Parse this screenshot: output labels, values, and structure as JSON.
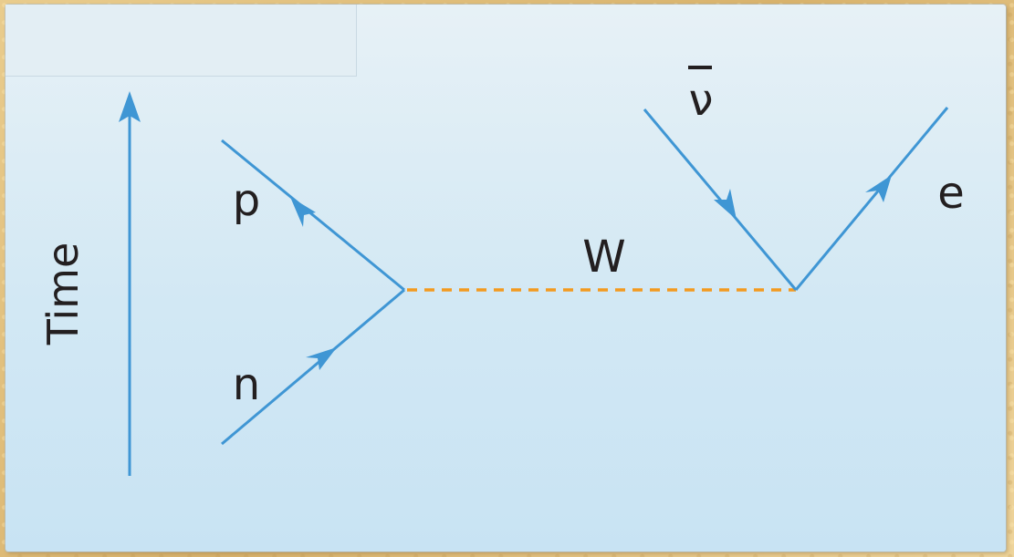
{
  "diagram": {
    "time_axis_label": "Time",
    "particles": {
      "proton": "p",
      "neutron": "n",
      "boson": "W",
      "antineutrino": "ν",
      "electron": "e"
    }
  },
  "colors": {
    "fermion_line": "#3f96d4",
    "boson_line": "#f39a1f",
    "label": "#231f20"
  }
}
